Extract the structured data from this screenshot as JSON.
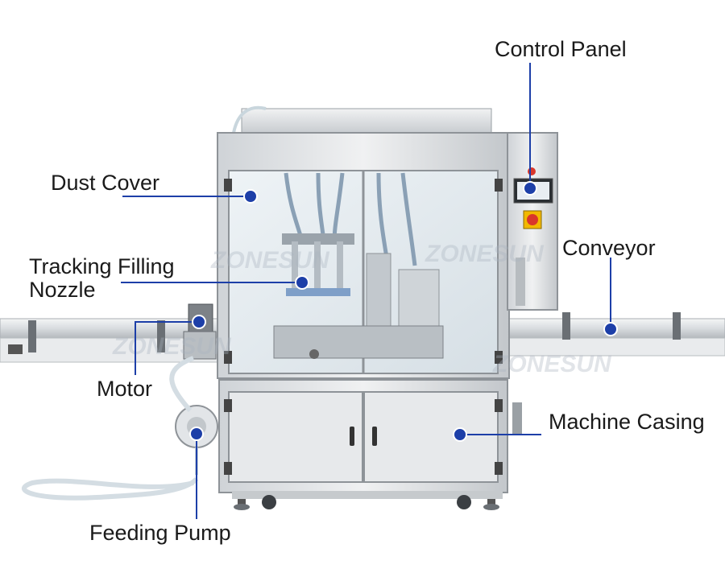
{
  "labels": {
    "control_panel": "Control Panel",
    "dust_cover": "Dust Cover",
    "tracking_line1": "Tracking Filling",
    "tracking_line2": "Nozzle",
    "conveyor": "Conveyor",
    "motor": "Motor",
    "machine_casing": "Machine Casing",
    "feeding_pump": "Feeding Pump"
  },
  "watermark": "ZONESUN",
  "colors": {
    "callout": "#1d3fa8",
    "steel_light": "#e6e8ea",
    "steel_mid": "#c9cdd1",
    "steel_dark": "#8e9398",
    "glass": "#dfe7ec",
    "stop_button": "#d9372b"
  }
}
